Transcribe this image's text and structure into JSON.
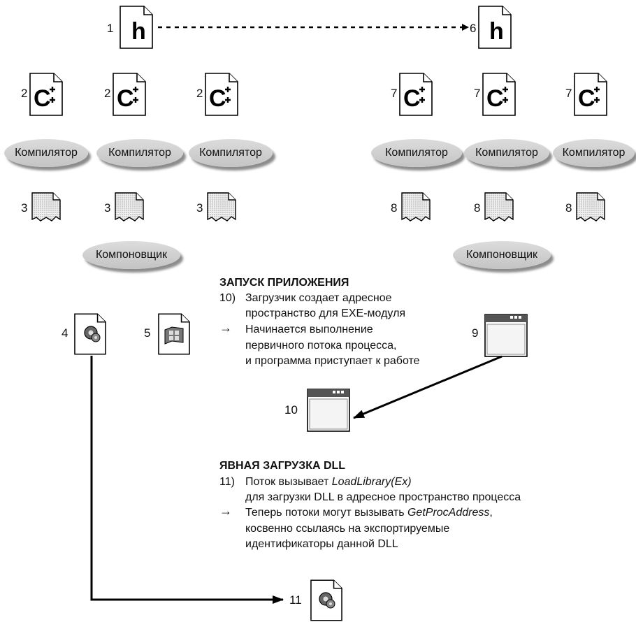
{
  "labels": {
    "n1": "1",
    "n6": "6",
    "n2a": "2",
    "n2b": "2",
    "n2c": "2",
    "n7a": "7",
    "n7b": "7",
    "n7c": "7",
    "n3a": "3",
    "n3b": "3",
    "n3c": "3",
    "n8a": "8",
    "n8b": "8",
    "n8c": "8",
    "n4": "4",
    "n5": "5",
    "n9": "9",
    "n10": "10",
    "n11": "11"
  },
  "header_icon_letter": "h",
  "source_icon_text": "C",
  "compiler_label": "Компилятор",
  "linker_label": "Компоновщик",
  "launch": {
    "title": "ЗАПУСК ПРИЛОЖЕНИЯ",
    "step_num": "10)",
    "step_line1": "Загрузчик создает адресное",
    "step_line2": "пространство для EXE-модуля",
    "arrow_line1": "Начинается выполнение",
    "arrow_line2": "первичного потока процесса,",
    "arrow_line3": "и программа приступает к работе"
  },
  "explicit": {
    "title": "ЯВНАЯ ЗАГРУЗКА DLL",
    "step_num": "11)",
    "step_line1_a": "Поток вызывает ",
    "step_line1_b": "LoadLibrary(Ex)",
    "step_line2": "для загрузки DLL в адресное пространство процесса",
    "arrow_line1_a": "Теперь потоки могут вызывать ",
    "arrow_line1_b": "GetProcAddress",
    "arrow_line1_c": ",",
    "arrow_line2": "косвенно ссылаясь на экспортируемые",
    "arrow_line3": "идентификаторы данной DLL"
  },
  "arrow_glyph": "→",
  "icons": [
    "header-file-icon",
    "cpp-source-icon",
    "object-file-icon",
    "dll-gear-icon",
    "lib-windows-icon",
    "exe-window-icon"
  ]
}
